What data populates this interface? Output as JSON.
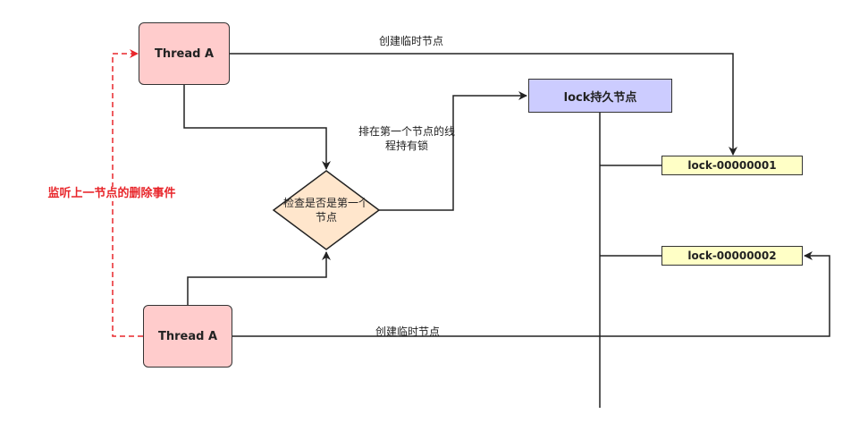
{
  "nodes": {
    "thread_top": "Thread A",
    "thread_bottom": "Thread A",
    "lock_root": "lock持久节点",
    "lock_1": "lock-00000001",
    "lock_2": "lock-00000002",
    "decision": "检查是否是第一个节点"
  },
  "edge_labels": {
    "create_top": "创建临时节点",
    "create_bottom": "创建临时节点",
    "first_holds_lock_line1": "排在第一个节点的线",
    "first_holds_lock_line2": "程持有锁",
    "watch_delete": "监听上一节点的删除事件"
  },
  "colors": {
    "thread_fill": "#ffcccc",
    "lock_root_fill": "#ccccff",
    "lock_child_fill": "#ffffc6",
    "decision_fill": "#ffe6cc",
    "watch_color": "#e8262b"
  }
}
